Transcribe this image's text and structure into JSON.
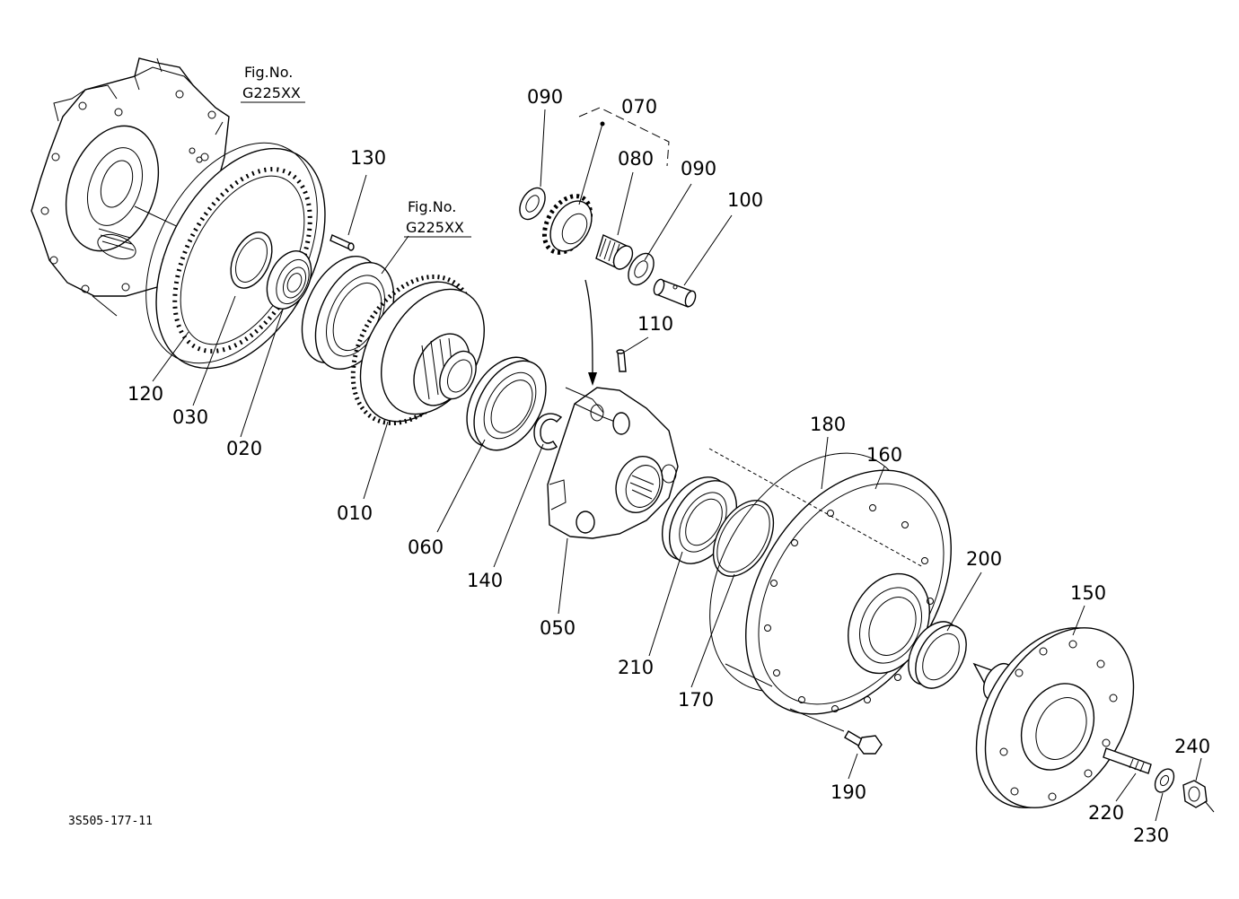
{
  "diagram": {
    "reference_code": "3S505-177-11",
    "figure_refs": [
      {
        "line1": "Fig.No.",
        "line2": "G225XX"
      },
      {
        "line1": "Fig.No.",
        "line2": "G225XX"
      }
    ],
    "part_labels": {
      "p090a": "090",
      "p070": "070",
      "p080": "080",
      "p090b": "090",
      "p100": "100",
      "p130": "130",
      "p110": "110",
      "p120": "120",
      "p030": "030",
      "p020": "020",
      "p010": "010",
      "p060": "060",
      "p140": "140",
      "p050": "050",
      "p180": "180",
      "p160": "160",
      "p200": "200",
      "p150": "150",
      "p210": "210",
      "p170": "170",
      "p190": "190",
      "p220": "220",
      "p230": "230",
      "p240": "240"
    }
  }
}
